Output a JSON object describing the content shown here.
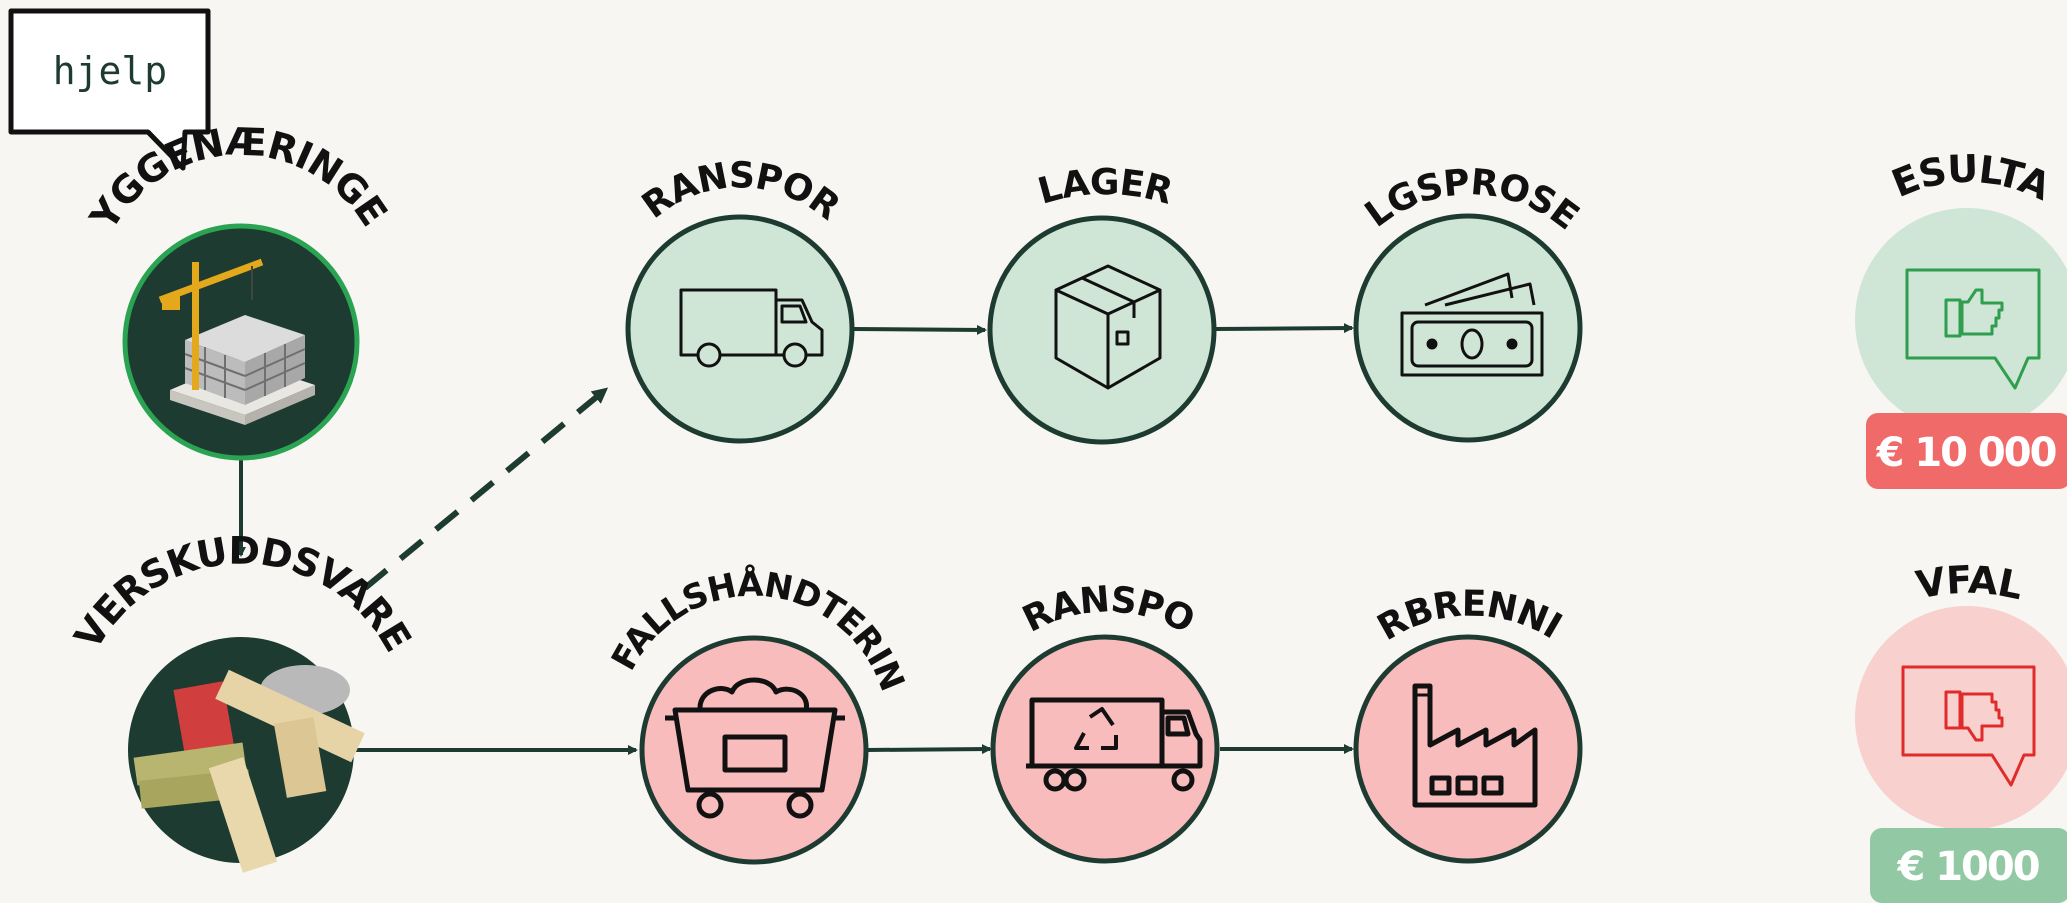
{
  "help": {
    "label": "hjelp"
  },
  "sources": {
    "construction": {
      "label": "BYGGENÆRINGEN"
    },
    "surplus": {
      "label": "OVERSKUDDSVARER"
    }
  },
  "reuse_chain": [
    {
      "id": "transport",
      "label": "TRANSPORT",
      "icon": "truck-icon"
    },
    {
      "id": "storage",
      "label": "LAGER",
      "icon": "box-icon"
    },
    {
      "id": "sales",
      "label": "SALGSPROSESS",
      "icon": "cash-icon"
    }
  ],
  "waste_chain": [
    {
      "id": "waste-handling",
      "label": "AVFALLSHÅNDTERING",
      "icon": "dumpster-icon"
    },
    {
      "id": "waste-transport",
      "label": "TRRANSPORT",
      "icon": "recycle-truck-icon"
    },
    {
      "id": "incineration",
      "label": "FORBRENNING",
      "icon": "factory-icon"
    }
  ],
  "result": {
    "label": "RESULTAT",
    "amount": "€ 10 000",
    "icon": "thumbs-up-icon"
  },
  "waste": {
    "label": "AVFALL",
    "amount": "€ 1000",
    "icon": "thumbs-down-icon"
  },
  "colors": {
    "dark_green": "#1d3b31",
    "light_green": "#cfe5d6",
    "light_red": "#f8bcbc",
    "red_badge": "#f06a6a",
    "green_badge": "#92c9a4",
    "thumb_green": "#2f9e4f",
    "thumb_red": "#e02b2b"
  }
}
